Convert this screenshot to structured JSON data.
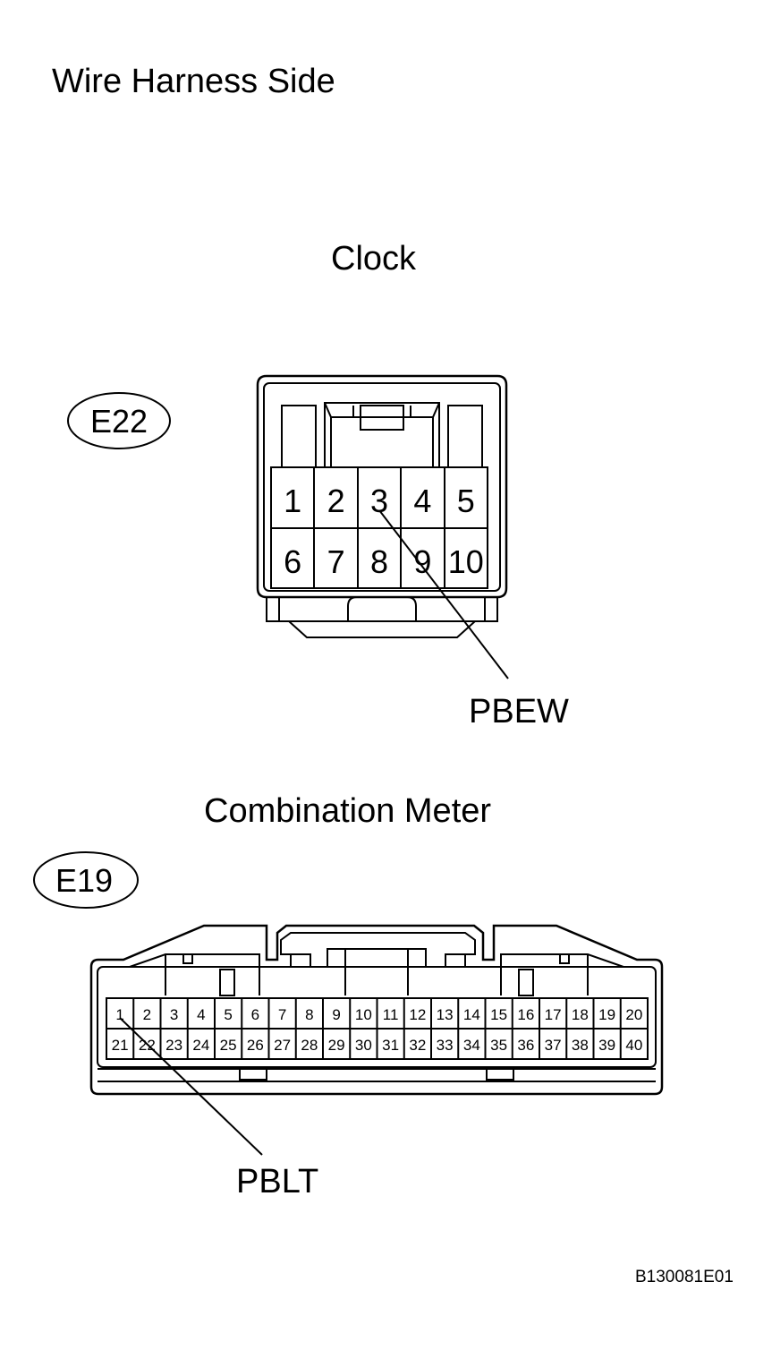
{
  "title": "Wire Harness Side",
  "clock": {
    "name": "Clock",
    "connector_id": "E22",
    "pins_top": [
      "1",
      "2",
      "3",
      "4",
      "5"
    ],
    "pins_bottom": [
      "6",
      "7",
      "8",
      "9",
      "10"
    ],
    "callout": {
      "label": "PBEW",
      "pin": "3"
    }
  },
  "meter": {
    "name": "Combination Meter",
    "connector_id": "E19",
    "pins_top": [
      "1",
      "2",
      "3",
      "4",
      "5",
      "6",
      "7",
      "8",
      "9",
      "10",
      "11",
      "12",
      "13",
      "14",
      "15",
      "16",
      "17",
      "18",
      "19",
      "20"
    ],
    "pins_bottom": [
      "21",
      "22",
      "23",
      "24",
      "25",
      "26",
      "27",
      "28",
      "29",
      "30",
      "31",
      "32",
      "33",
      "34",
      "35",
      "36",
      "37",
      "38",
      "39",
      "40"
    ],
    "callout": {
      "label": "PBLT",
      "pin": "1"
    }
  },
  "figure_id": "B130081E01"
}
